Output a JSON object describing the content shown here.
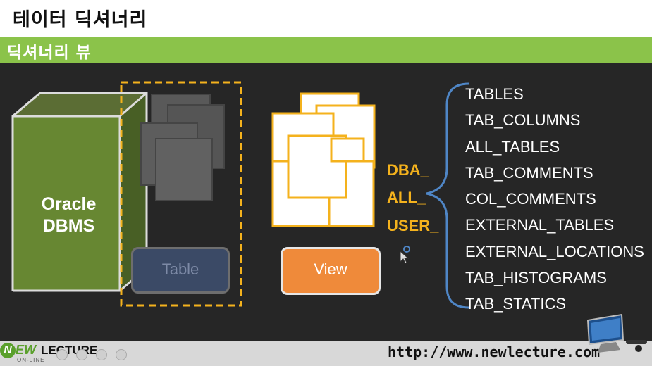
{
  "header": {
    "title": "테이터 딕셔너리"
  },
  "subheader": {
    "title": "딕셔너리 뷰"
  },
  "diagram": {
    "dbms_label_line1": "Oracle",
    "dbms_label_line2": "DBMS",
    "table_label": "Table",
    "view_button_label": "View",
    "prefixes": [
      "DBA_",
      "ALL_",
      "USER_"
    ],
    "views": [
      "TABLES",
      "TAB_COLUMNS",
      "ALL_TABLES",
      "TAB_COMMENTS",
      "COL_COMMENTS",
      "EXTERNAL_TABLES",
      "EXTERNAL_LOCATIONS",
      "TAB_HISTOGRAMS",
      "TAB_STATICS"
    ],
    "colors": {
      "accent_green": "#8bc34a",
      "prefix_gold": "#f4b21d",
      "view_orange": "#ef8a3a",
      "table_blue": "#3b4a66",
      "brace_blue": "#4f86c6"
    }
  },
  "footer": {
    "logo_n": "N",
    "logo_ew": "EW",
    "logo_lecture": "LECTURE",
    "logo_online": "ON-LINE",
    "url": "http://www.newlecture.com"
  }
}
